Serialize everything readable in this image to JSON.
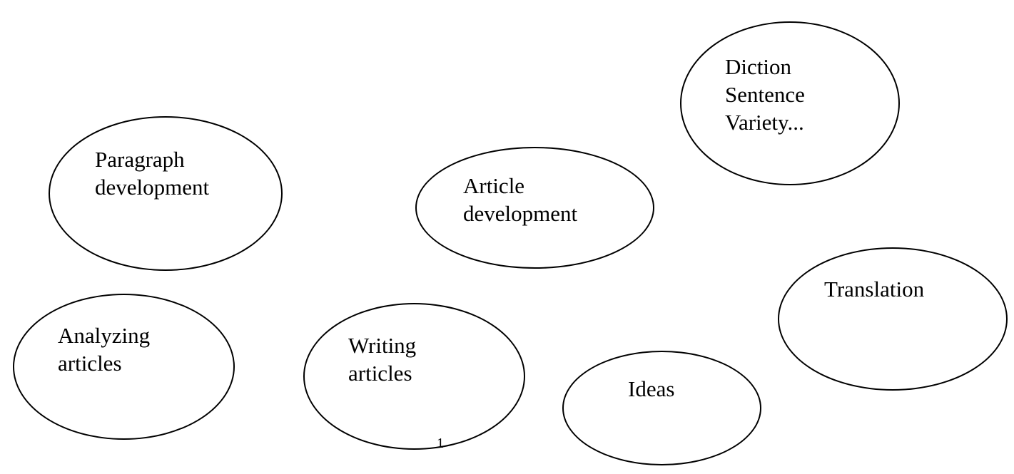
{
  "nodes": [
    {
      "id": "paragraph-development",
      "label": "Paragraph\ndevelopment"
    },
    {
      "id": "article-development",
      "label": "Article\ndevelopment"
    },
    {
      "id": "diction-sentence-variety",
      "label": "Diction\nSentence\nVariety..."
    },
    {
      "id": "translation",
      "label": "Translation"
    },
    {
      "id": "analyzing-articles",
      "label": "Analyzing\narticles"
    },
    {
      "id": "writing-articles",
      "label": "Writing\narticles"
    },
    {
      "id": "ideas",
      "label": "Ideas"
    }
  ],
  "page_mark": "1"
}
